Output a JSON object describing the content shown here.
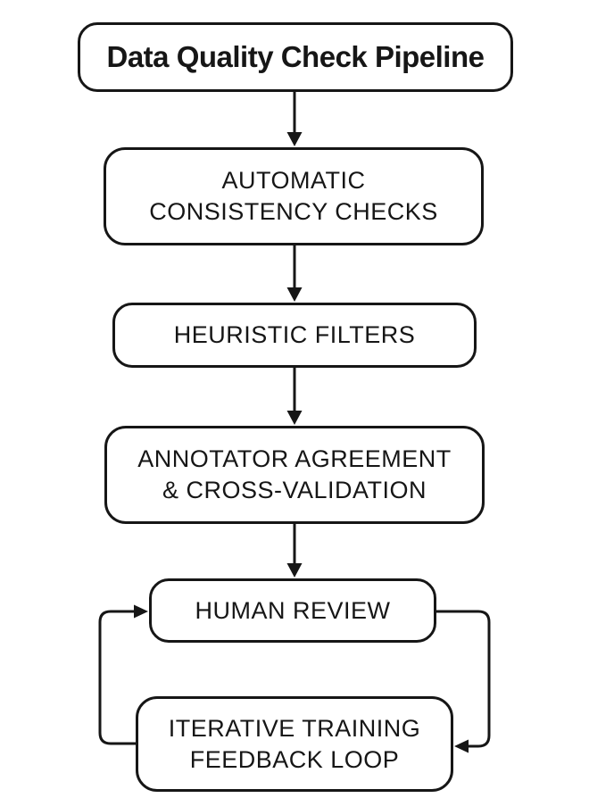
{
  "diagram": {
    "title": "Data Quality Check Pipeline",
    "colors": {
      "background": "#ffffff",
      "stroke": "#161616",
      "text": "#161616"
    },
    "nodes": [
      {
        "id": "pipeline-title",
        "lines": [
          "Data Quality Check Pipeline"
        ]
      },
      {
        "id": "automatic-consistency-checks",
        "lines": [
          "AUTOMATIC",
          "CONSISTENCY CHECKS"
        ]
      },
      {
        "id": "heuristic-filters",
        "lines": [
          "HEURISTIC FILTERS"
        ]
      },
      {
        "id": "annotator-agreement-cross-validation",
        "lines": [
          "ANNOTATOR AGREEMENT",
          "& CROSS-VALIDATION"
        ]
      },
      {
        "id": "human-review",
        "lines": [
          "HUMAN REVIEW"
        ]
      },
      {
        "id": "iterative-training-feedback-loop",
        "lines": [
          "ITERATIVE TRAINING",
          "FEEDBACK LOOP"
        ]
      }
    ],
    "edges": [
      {
        "from": "pipeline-title",
        "to": "automatic-consistency-checks",
        "type": "arrow-down"
      },
      {
        "from": "automatic-consistency-checks",
        "to": "heuristic-filters",
        "type": "arrow-down"
      },
      {
        "from": "heuristic-filters",
        "to": "annotator-agreement-cross-validation",
        "type": "arrow-down"
      },
      {
        "from": "annotator-agreement-cross-validation",
        "to": "human-review",
        "type": "arrow-down"
      },
      {
        "from": "human-review",
        "to": "iterative-training-feedback-loop",
        "type": "loop-right-side"
      },
      {
        "from": "iterative-training-feedback-loop",
        "to": "human-review",
        "type": "loop-left-side"
      }
    ]
  }
}
